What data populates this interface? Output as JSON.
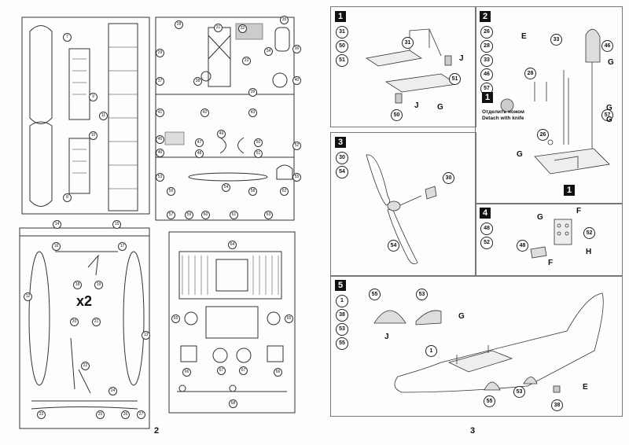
{
  "left_page": {
    "page_number": "2",
    "x2_label": "x2",
    "sprue_a_numbers": [
      "7",
      "9",
      "11",
      "10",
      "8"
    ],
    "sprue_b_numbers": [
      "28",
      "31",
      "32",
      "35",
      "29",
      "34",
      "36",
      "33",
      "37",
      "38",
      "39",
      "40",
      "41",
      "42",
      "43",
      "45",
      "47",
      "49",
      "50",
      "52",
      "46",
      "48",
      "51",
      "53",
      "54",
      "55",
      "56",
      "58",
      "62",
      "57",
      "59",
      "60",
      "61",
      "63"
    ],
    "sprue_c_numbers": [
      "14",
      "15",
      "16",
      "17",
      "12",
      "18",
      "19",
      "13",
      "20",
      "21",
      "22",
      "24",
      "23",
      "25",
      "26",
      "27"
    ],
    "sprue_d_numbers": [
      "64",
      "65",
      "65",
      "66",
      "67",
      "67",
      "66",
      "68"
    ]
  },
  "right_page": {
    "page_number": "3",
    "step1": {
      "number": "1",
      "parts": [
        "31",
        "50",
        "51"
      ],
      "labels": {
        "j1": "J",
        "j2": "J",
        "g": "G"
      },
      "callouts": {
        "c31": "31",
        "c51": "51",
        "c50": "50"
      }
    },
    "step2": {
      "number": "2",
      "parts": [
        "26",
        "28",
        "33",
        "46",
        "57"
      ],
      "labels": {
        "e": "E",
        "g1": "G",
        "g2": "G",
        "g3": "G",
        "g4": "G"
      },
      "callouts": {
        "c33": "33",
        "c46": "46",
        "c28": "28",
        "c57": "57",
        "c26": "26"
      },
      "sub_number": "1",
      "note_ru": "Отделить ножом",
      "note_en": "Detach with knife",
      "bottom_ref": "1"
    },
    "step3": {
      "number": "3",
      "parts": [
        "30",
        "54"
      ],
      "callouts": {
        "c30": "30",
        "c54": "54"
      }
    },
    "step4": {
      "number": "4",
      "parts": [
        "48",
        "52"
      ],
      "labels": {
        "g": "G",
        "f1": "F",
        "f2": "F",
        "h": "H"
      },
      "callouts": {
        "c52": "52",
        "c48": "48"
      }
    },
    "step5": {
      "number": "5",
      "parts": [
        "1",
        "38",
        "53",
        "55"
      ],
      "labels": {
        "j": "J",
        "g": "G",
        "e": "E"
      },
      "callouts": {
        "c55a": "55",
        "c53a": "53",
        "c1": "1",
        "c53b": "53",
        "c55b": "55",
        "c38": "38"
      }
    }
  }
}
